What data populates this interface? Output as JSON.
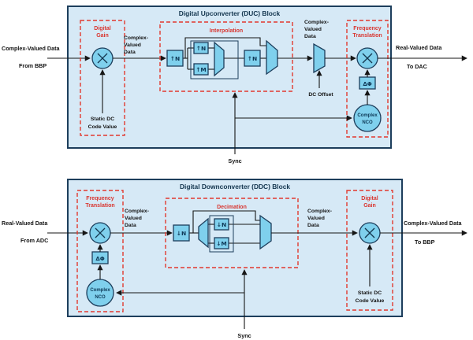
{
  "colors": {
    "panel_fill": "#d6e9f6",
    "block_fill": "#7fd0ed",
    "outline_navy": "#1d3e5c",
    "dashed_red": "#e2392f",
    "wire_black": "#161616"
  },
  "duc": {
    "title": "Digital Upconverter (DUC) Block",
    "input1": "Complex-Valued Data",
    "input2": "From BBP",
    "output1": "Real-Valued Data",
    "output2": "To DAC",
    "dg": {
      "t1": "Digital",
      "t2": "Gain",
      "s1": "Static DC",
      "s2": "Code Value"
    },
    "m1": [
      "Complex-",
      "Valued",
      "Data"
    ],
    "interp": {
      "title": "Interpolation",
      "b1": "↑N",
      "b2": "↑N",
      "b3": "↑M",
      "b4": "↑N"
    },
    "m2": [
      "Complex-",
      "Valued",
      "Data"
    ],
    "dc_offset": "DC Offset",
    "ft": {
      "t1": "Frequency",
      "t2": "Translation",
      "dphi": "ΔΦ",
      "nco1": "Complex",
      "nco2": "NCO"
    },
    "sync": "Sync"
  },
  "ddc": {
    "title": "Digital Downconverter (DDC) Block",
    "input1": "Real-Valued Data",
    "input2": "From ADC",
    "output1": "Complex-Valued Data",
    "output2": "To BBP",
    "ft": {
      "t1": "Frequency",
      "t2": "Translation",
      "dphi": "ΔΦ",
      "nco1": "Complex",
      "nco2": "NCO"
    },
    "m1": [
      "Complex-",
      "Valued",
      "Data"
    ],
    "dec": {
      "title": "Decimation",
      "b1": "↓N",
      "b2": "↓N",
      "b3": "↓M"
    },
    "m2": [
      "Complex-",
      "Valued",
      "Data"
    ],
    "dg": {
      "t1": "Digital",
      "t2": "Gain",
      "s1": "Static DC",
      "s2": "Code Value"
    },
    "sync": "Sync"
  }
}
